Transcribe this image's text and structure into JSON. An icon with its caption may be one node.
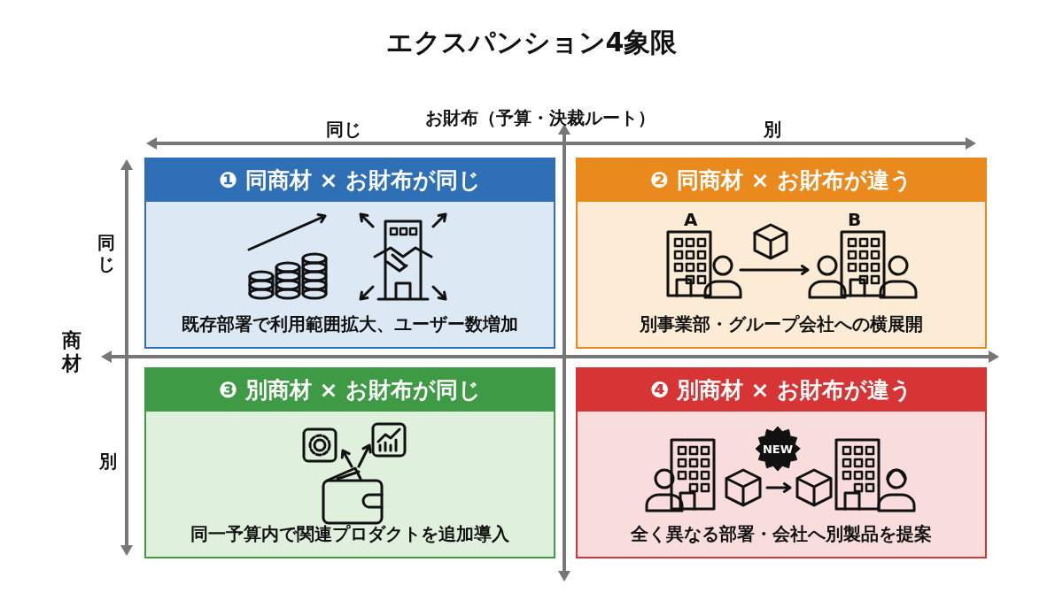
{
  "diagram": {
    "title": "エクスパンション4象限",
    "nodes": [
      {
        "text": [
          "❶ 同商材 × お財布が同じ",
          "既存部署で利用範囲拡大、ユーザー数増加"
        ]
      },
      {
        "text": [
          "❷ 同商材 × お財布が違う",
          "別事業部・グループ会社への横展開"
        ]
      },
      {
        "text": [
          "❸ 別商材 × お財布が同じ",
          "同一予算内で関連プロダクトを追加導入"
        ]
      },
      {
        "text": [
          "❹ 別商材 × お財布が違う",
          "全く異なる部署・会社へ別製品を提案"
        ]
      }
    ],
    "edges": [],
    "labels": [
      "お財布（予算・決裁ルート）",
      "同じ",
      "別",
      "A",
      "B",
      "同じ",
      "商材",
      "NEW",
      "別"
    ]
  }
}
